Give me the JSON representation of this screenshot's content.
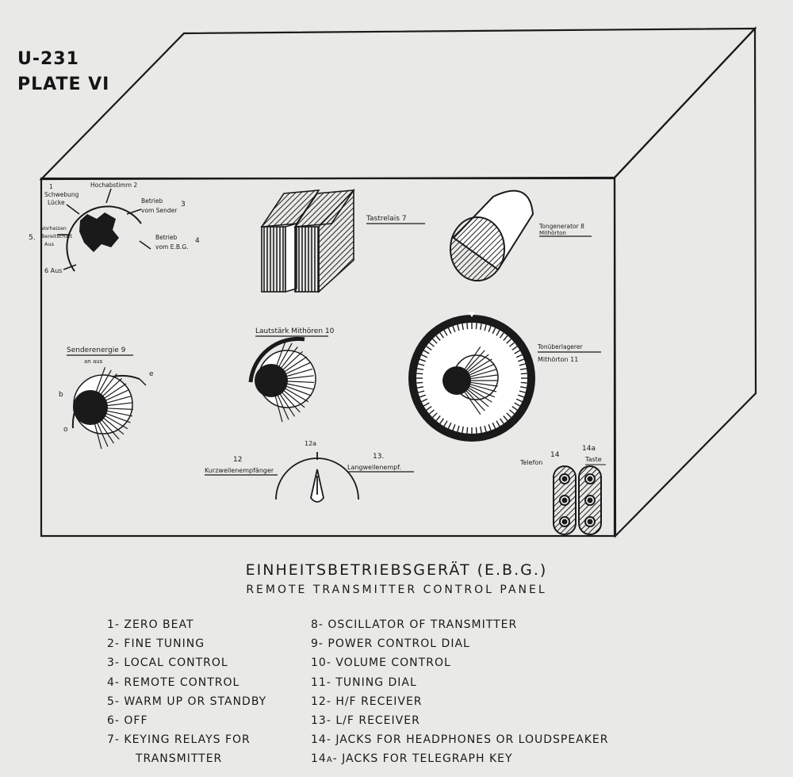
{
  "plate": {
    "id": "U-231",
    "number": "PLATE VI"
  },
  "caption": {
    "title": "EINHEITSBETRIEBSGERÄT (E.B.G.)",
    "subtitle": "REMOTE TRANSMITTER CONTROL PANEL"
  },
  "legend_left": [
    {
      "text": "1- ZERO BEAT"
    },
    {
      "text": "2- FINE TUNING"
    },
    {
      "text": "3- LOCAL CONTROL"
    },
    {
      "text": "4- REMOTE CONTROL"
    },
    {
      "text": "5- WARM UP OR STANDBY"
    },
    {
      "text": "6- OFF"
    },
    {
      "text": "7- KEYING RELAYS FOR"
    },
    {
      "text": "TRANSMITTER"
    }
  ],
  "legend_right": [
    {
      "text": "8- OSCILLATOR OF TRANSMITTER"
    },
    {
      "text": "9- POWER CONTROL DIAL"
    },
    {
      "text": "10- VOLUME CONTROL"
    },
    {
      "text": "11- TUNING DIAL"
    },
    {
      "text": "12- H/F RECEIVER"
    },
    {
      "text": "13- L/F RECEIVER"
    },
    {
      "text": "14- JACKS FOR HEADPHONES OR LOUDSPEAKER"
    },
    {
      "text": "14a- JACKS FOR TELEGRAPH KEY"
    }
  ],
  "panel_labels": {
    "switch_schwebung": "Schwebung",
    "switch_schwebung_2": "Lücke",
    "switch_num_1": "1",
    "switch_feinabst": "Hochabstimm 2",
    "switch_betrieb_sender": "Betrieb",
    "switch_betrieb_sender_2": "vom Sender",
    "switch_num_3": "3",
    "switch_betrieb_ebg": "Betrieb",
    "switch_betrieb_ebg_2": "vom E.B.G.",
    "switch_num_4": "4",
    "switch_num_5": "5.",
    "switch_vorheizen": "Vorheizen",
    "switch_vorheizen_2": "Bereitschaft",
    "switch_vorheizen_3": "Aus",
    "switch_aus": "6 Aus",
    "tastrelais": "Tastrelais 7",
    "tongenerator": "Tongenerator 8",
    "tongenerator_2": "Mithörton",
    "lautstaerke": "Lautstärk Mithören 10",
    "senderenergie": "Senderenergie 9",
    "senderenergie_2": "an        aus",
    "dial_o": "o",
    "dial_b": "b",
    "dial_e": "e",
    "tonueberlagerer": "Tonüberlagerer",
    "tonueberlagerer_2": "Mithörton 11",
    "sel_center": "12a",
    "kurzwellen": "12",
    "kurzwellen_2": "Kurzwellenempfänger",
    "langwellen": "13.",
    "langwellen_2": "Langwellenempf.",
    "telefon": "Telefon",
    "jack_14": "14",
    "jack_14a": "14a",
    "jack_taste": "Taste"
  }
}
